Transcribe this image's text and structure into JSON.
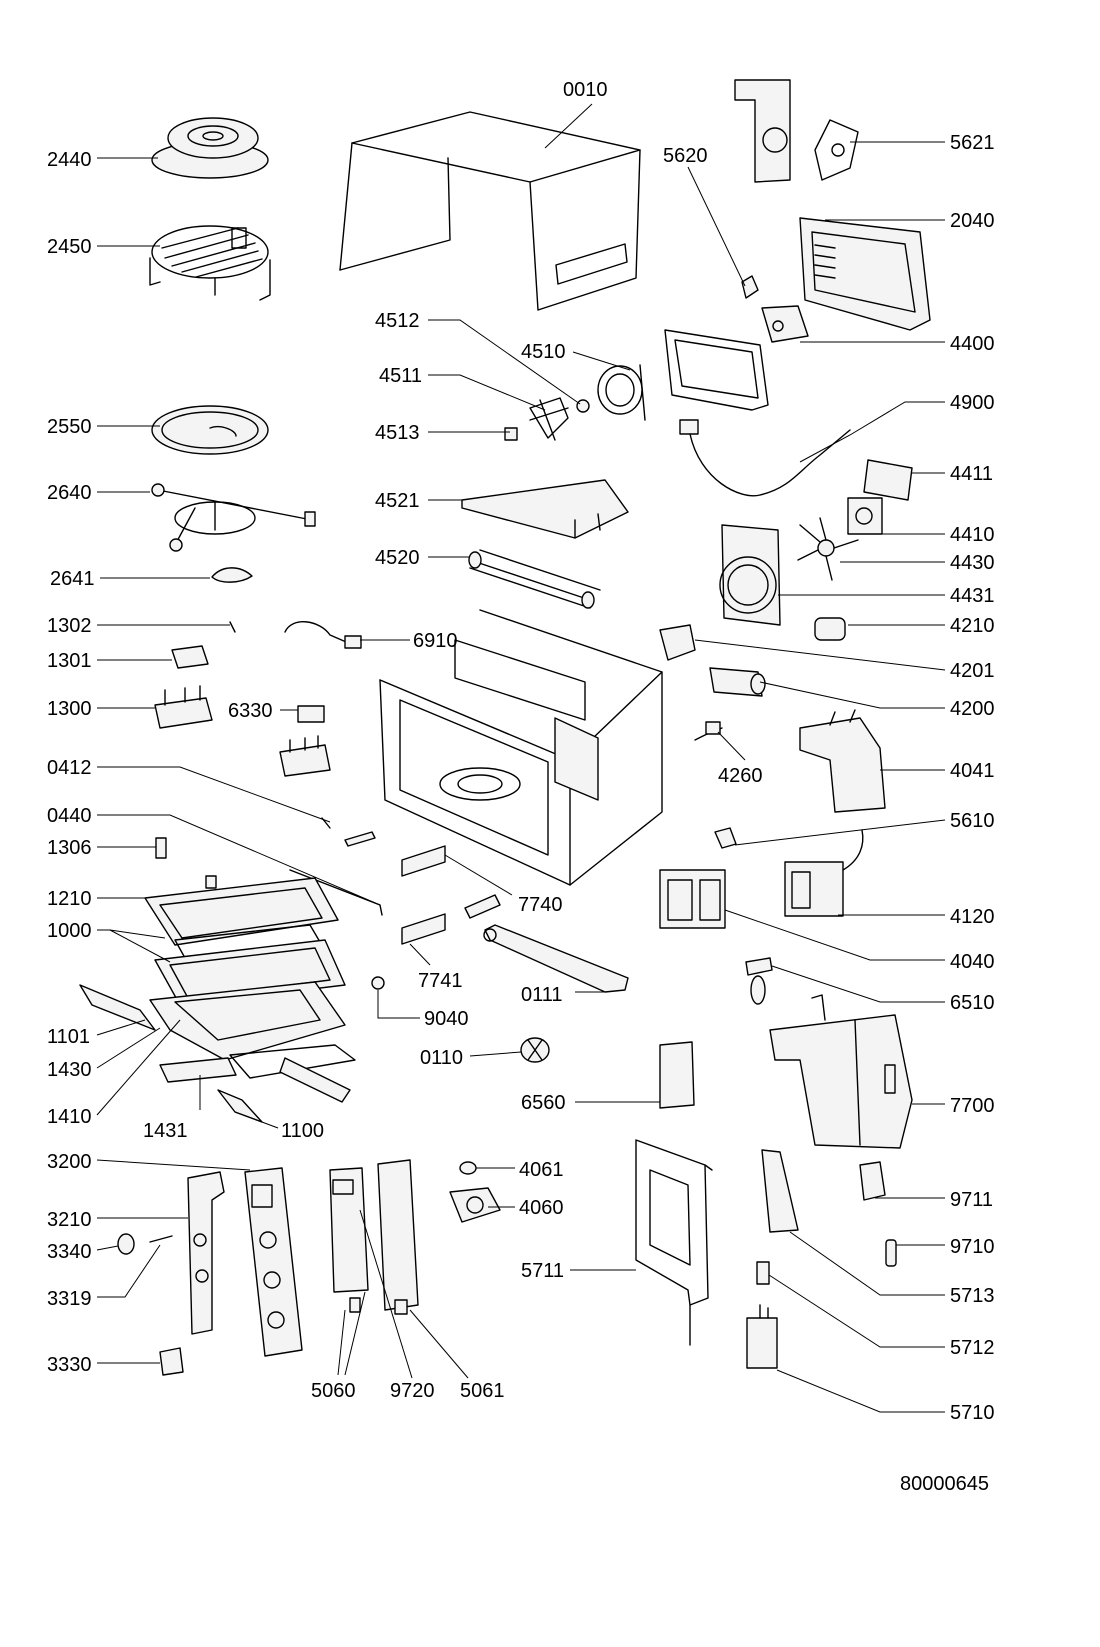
{
  "labels": [
    {
      "text": "0010"
    },
    {
      "text": "2440"
    },
    {
      "text": "2450"
    },
    {
      "text": "5620"
    },
    {
      "text": "5621"
    },
    {
      "text": "2040"
    },
    {
      "text": "4512"
    },
    {
      "text": "4510"
    },
    {
      "text": "4511"
    },
    {
      "text": "4513"
    },
    {
      "text": "4400"
    },
    {
      "text": "4900"
    },
    {
      "text": "2550"
    },
    {
      "text": "2640"
    },
    {
      "text": "4521"
    },
    {
      "text": "4411"
    },
    {
      "text": "4410"
    },
    {
      "text": "4430"
    },
    {
      "text": "4520"
    },
    {
      "text": "2641"
    },
    {
      "text": "4431"
    },
    {
      "text": "1302"
    },
    {
      "text": "4210"
    },
    {
      "text": "6910"
    },
    {
      "text": "1301"
    },
    {
      "text": "4201"
    },
    {
      "text": "1300"
    },
    {
      "text": "6330"
    },
    {
      "text": "4200"
    },
    {
      "text": "0412"
    },
    {
      "text": "4260"
    },
    {
      "text": "4041"
    },
    {
      "text": "0440"
    },
    {
      "text": "5610"
    },
    {
      "text": "1306"
    },
    {
      "text": "7740"
    },
    {
      "text": "1210"
    },
    {
      "text": "4120"
    },
    {
      "text": "1000"
    },
    {
      "text": "7741"
    },
    {
      "text": "4040"
    },
    {
      "text": "0111"
    },
    {
      "text": "6510"
    },
    {
      "text": "1101"
    },
    {
      "text": "9040"
    },
    {
      "text": "1430"
    },
    {
      "text": "0110"
    },
    {
      "text": "7700"
    },
    {
      "text": "6560"
    },
    {
      "text": "1410"
    },
    {
      "text": "1431"
    },
    {
      "text": "1100"
    },
    {
      "text": "3200"
    },
    {
      "text": "4061"
    },
    {
      "text": "9711"
    },
    {
      "text": "4060"
    },
    {
      "text": "3210"
    },
    {
      "text": "9710"
    },
    {
      "text": "3340"
    },
    {
      "text": "5711"
    },
    {
      "text": "5713"
    },
    {
      "text": "3319"
    },
    {
      "text": "5712"
    },
    {
      "text": "3330"
    },
    {
      "text": "5060"
    },
    {
      "text": "9720"
    },
    {
      "text": "5061"
    },
    {
      "text": "5710"
    }
  ],
  "document_code": "80000645"
}
